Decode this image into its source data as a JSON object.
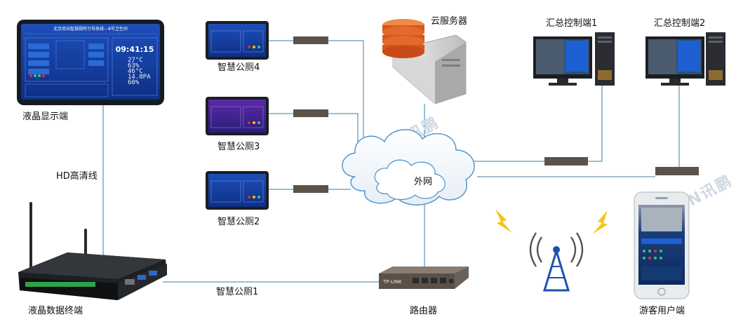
{
  "labels": {
    "lcd_display": "液晶显示端",
    "hd_cable": "HD高清线",
    "lcd_terminal": "液晶数据终端",
    "toilet1": "智慧公厕1",
    "toilet2": "智慧公厕2",
    "toilet3": "智慧公厕3",
    "toilet4": "智慧公厕4",
    "cloud_server": "云服务器",
    "internet": "外网",
    "router": "路由器",
    "control1": "汇总控制端1",
    "control2": "汇总控制端2",
    "visitor": "游客用户端"
  },
  "screen": {
    "title": "北京南站智慧厕所引导系统—8号卫生间",
    "time": "09:41:15",
    "stats": [
      "27°C",
      "63%",
      "46°C",
      "14.8PA",
      "60%"
    ]
  },
  "router_brand": "TP-LINK",
  "watermark": "SUNPN讯鹏",
  "colors": {
    "link": "#3a7ca8",
    "screen_blue": "#1e5fd1",
    "server_orange": "#e36a2a",
    "lightning": "#f6c516"
  }
}
